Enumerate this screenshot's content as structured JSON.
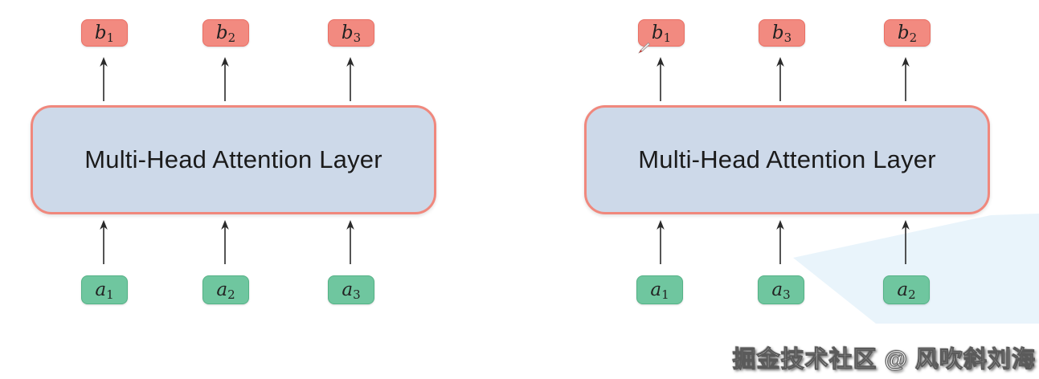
{
  "watermark": {
    "text": "掘金技术社区 @ 风吹斜刘海"
  },
  "diagrams": {
    "left": {
      "layer_label": "Multi-Head Attention Layer",
      "outputs": [
        {
          "base": "b",
          "sub": "1"
        },
        {
          "base": "b",
          "sub": "2"
        },
        {
          "base": "b",
          "sub": "3"
        }
      ],
      "inputs": [
        {
          "base": "a",
          "sub": "1"
        },
        {
          "base": "a",
          "sub": "2"
        },
        {
          "base": "a",
          "sub": "3"
        }
      ]
    },
    "right": {
      "layer_label": "Multi-Head Attention Layer",
      "outputs": [
        {
          "base": "b",
          "sub": "1"
        },
        {
          "base": "b",
          "sub": "3"
        },
        {
          "base": "b",
          "sub": "2"
        }
      ],
      "inputs": [
        {
          "base": "a",
          "sub": "1"
        },
        {
          "base": "a",
          "sub": "3"
        },
        {
          "base": "a",
          "sub": "2"
        }
      ]
    }
  },
  "colors": {
    "output_fill": "#f28a80",
    "output_border": "#ea6f64",
    "input_fill": "#6fc69f",
    "input_border": "#54b286",
    "layer_fill": "#cdd9e9",
    "layer_border": "#f0887d",
    "arrow": "#2a2a2a",
    "label_text": "#222222",
    "title_text": "#1b1b1b",
    "wedge": "#e9f4fb"
  },
  "icons": {
    "pen_cursor": "pen-cursor-icon",
    "up_arrow": "up-arrow-icon"
  }
}
